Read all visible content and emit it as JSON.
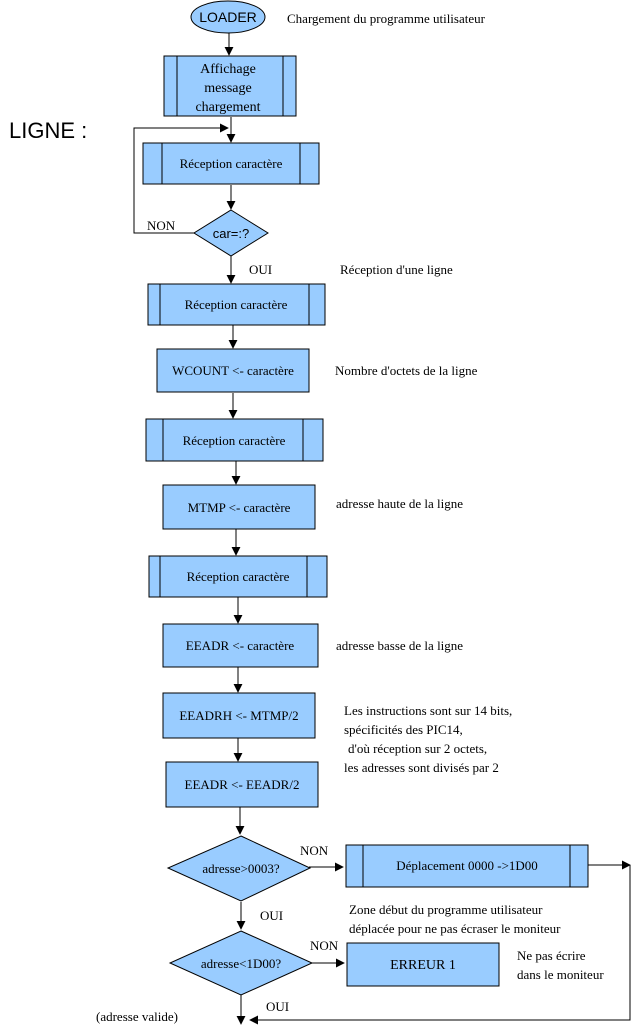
{
  "colors": {
    "box_fill": "#99ccff",
    "line": "#000000",
    "background": "#ffffff"
  },
  "title_label": "LIGNE :",
  "shapes": {
    "start": "LOADER",
    "affichage": [
      "Affichage",
      "message",
      "chargement"
    ],
    "reception1": "Réception caractère",
    "decision_car": "car=:?",
    "reception2": "Réception caractère",
    "wcount": "WCOUNT <- caractère",
    "reception3": "Réception caractère",
    "mtmp": "MTMP <- caractère",
    "reception4": "Réception caractère",
    "eeadr": "EEADR <- caractère",
    "eeadrh_shift": "EEADRH <- MTMP/2",
    "eeadr_shift": "EEADR <- EEADR/2",
    "decision_0003": "adresse>0003?",
    "deplacement": "Déplacement 0000 ->1D00",
    "decision_1d00": "adresse<1D00?",
    "erreur": "ERREUR 1"
  },
  "branch_labels": {
    "non_car": "NON",
    "oui_car": "OUI",
    "non_0003": "NON",
    "oui_0003": "OUI",
    "non_1d00": "NON",
    "oui_1d00": "OUI"
  },
  "annotations": {
    "chargement": "Chargement du programme utilisateur",
    "reception_ligne": "Réception d'une ligne",
    "nombre_octets": "Nombre d'octets de la ligne",
    "adresse_haute": "adresse haute de la ligne",
    "adresse_basse": "adresse basse de la ligne",
    "instructions": [
      "Les instructions sont sur 14 bits,",
      "spécificités des PIC14,",
      "d'où réception sur 2 octets,",
      "les adresses sont divisés par 2"
    ],
    "zone": [
      "Zone début du programme utilisateur",
      "déplacée pour ne pas écraser le moniteur"
    ],
    "ne_pas_ecrire": [
      "Ne pas écrire",
      "dans le moniteur"
    ],
    "adresse_valide": "(adresse valide)"
  }
}
